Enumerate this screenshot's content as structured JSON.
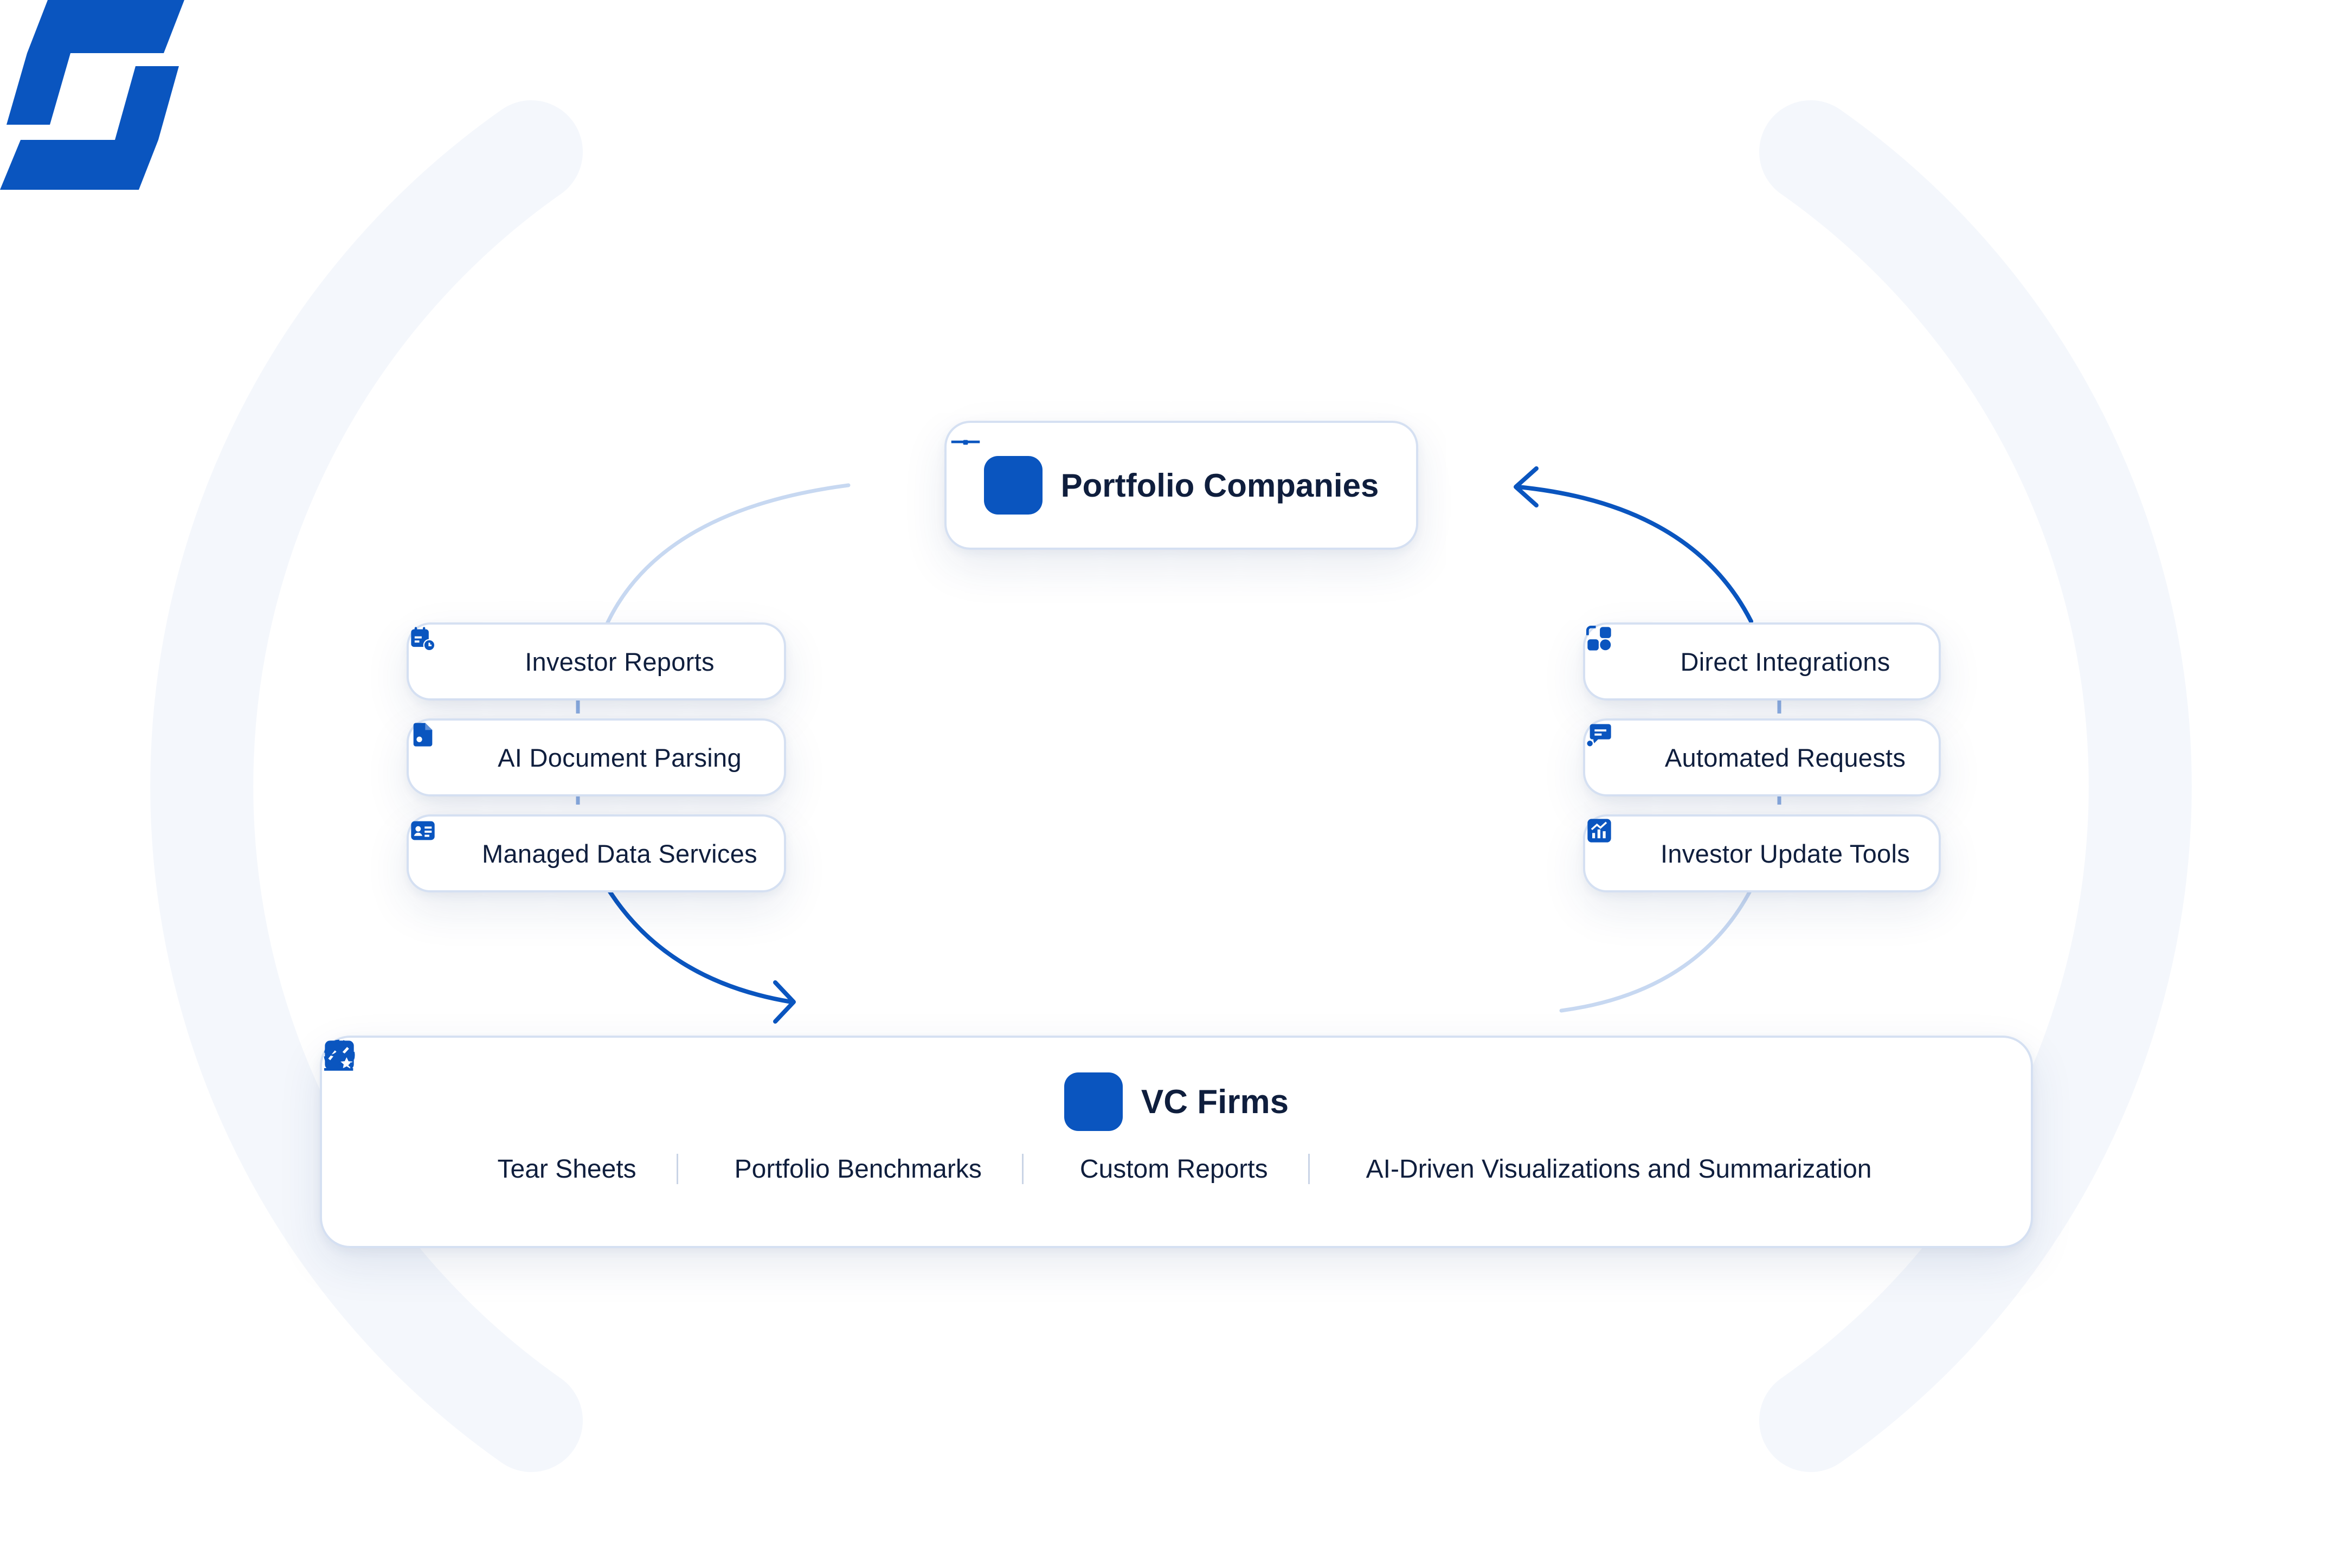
{
  "colors": {
    "brand": "#0a55bf",
    "text": "#0f1e3d",
    "card_border": "#d5e0f2",
    "arc_faint": "#f4f7fc",
    "arrow_light": "#c7d8f1"
  },
  "top_node": {
    "label": "Portfolio Companies",
    "icon": "briefcase-icon"
  },
  "left_features": [
    {
      "label": "Investor Reports",
      "icon": "calendar-clock-icon"
    },
    {
      "label": "AI Document Parsing",
      "icon": "document-dot-icon"
    },
    {
      "label": "Managed Data Services",
      "icon": "id-card-icon"
    }
  ],
  "right_features": [
    {
      "label": "Direct Integrations",
      "icon": "shapes-icon"
    },
    {
      "label": "Automated Requests",
      "icon": "chat-request-icon"
    },
    {
      "label": "Investor Update Tools",
      "icon": "chart-box-icon"
    }
  ],
  "bottom_node": {
    "label": "VC Firms",
    "icon": "money-bag-icon",
    "items": [
      {
        "label": "Tear Sheets",
        "icon": "document-icon"
      },
      {
        "label": "Portfolio Benchmarks",
        "icon": "bar-chart-icon"
      },
      {
        "label": "Custom Reports",
        "icon": "report-star-icon"
      },
      {
        "label": "AI-Driven Visualizations and Summarization",
        "icon": "sparkle-icon"
      }
    ]
  },
  "center_logo": {
    "icon": "brand-logo-icon"
  }
}
